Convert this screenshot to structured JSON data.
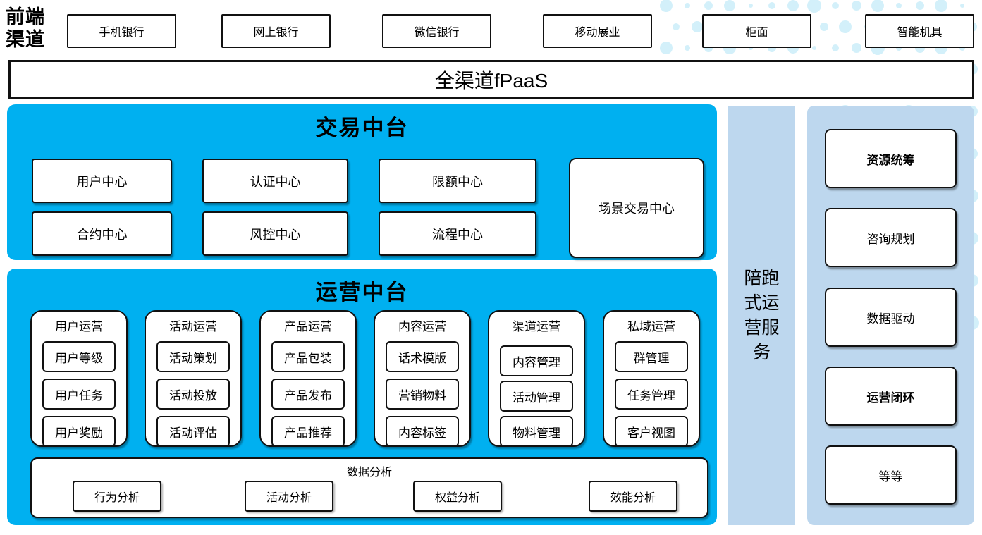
{
  "front_channels": {
    "label_lines": [
      "前端",
      "渠道"
    ],
    "items": [
      "手机银行",
      "网上银行",
      "微信银行",
      "移动展业",
      "柜面",
      "智能机具"
    ]
  },
  "fpaas_bar": {
    "label": "全渠道fPaaS"
  },
  "trade_platform": {
    "title": "交易中台",
    "centers_row1": [
      "用户中心",
      "认证中心",
      "限额中心"
    ],
    "centers_row2": [
      "合约中心",
      "风控中心",
      "流程中心"
    ],
    "scene_center": "场景交易中心"
  },
  "ops_platform": {
    "title": "运营中台",
    "columns": [
      {
        "header": "用户运营",
        "items": [
          "用户等级",
          "用户任务",
          "用户奖励"
        ]
      },
      {
        "header": "活动运营",
        "items": [
          "活动策划",
          "活动投放",
          "活动评估"
        ]
      },
      {
        "header": "产品运营",
        "items": [
          "产品包装",
          "产品发布",
          "产品推荐"
        ]
      },
      {
        "header": "内容运营",
        "items": [
          "话术模版",
          "营销物料",
          "内容标签"
        ]
      },
      {
        "header": "渠道运营",
        "items": [
          "内容管理",
          "活动管理",
          "物料管理"
        ]
      },
      {
        "header": "私域运营",
        "items": [
          "群管理",
          "任务管理",
          "客户视图"
        ]
      }
    ],
    "data_analysis": {
      "title": "数据分析",
      "items": [
        "行为分析",
        "活动分析",
        "权益分析",
        "效能分析"
      ]
    }
  },
  "side_service": {
    "label": "陪跑式运营服务"
  },
  "right_panel": {
    "items": [
      {
        "label": "资源统筹"
      },
      {
        "label": "咨询规划"
      },
      {
        "label": "数据驱动"
      },
      {
        "label": "运营闭环"
      },
      {
        "label": "等等"
      }
    ]
  },
  "colors": {
    "primary_blue": "#00b0f0",
    "light_blue": "#bdd7ee",
    "dot_blue": "#aee4f6",
    "border_black": "#111111"
  }
}
